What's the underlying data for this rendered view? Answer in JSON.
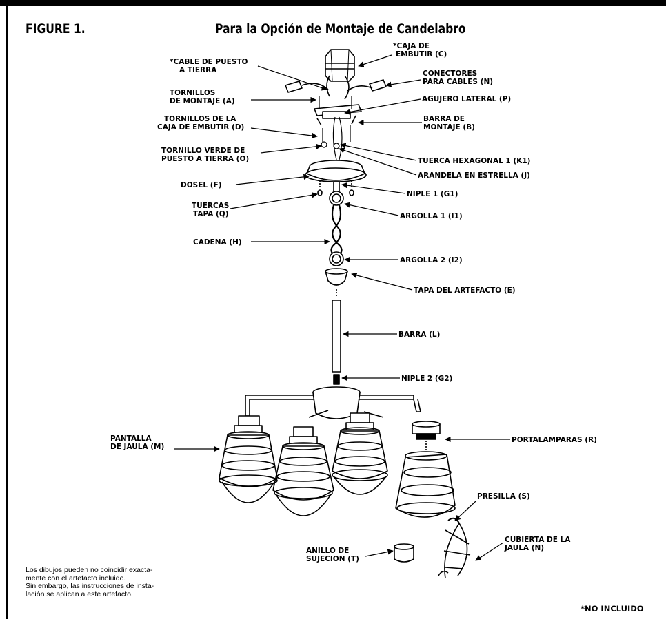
{
  "figure": {
    "label": "FIGURE 1.",
    "title": "Para la Opción de Montaje de Candelabro"
  },
  "labels": {
    "caja": [
      "*CAJA DE",
      "EMBUTIR (C)"
    ],
    "cable": [
      "*CABLE DE PUESTO",
      "A TIERRA"
    ],
    "conectores": [
      "CONECTORES",
      "PARA CABLES (N)"
    ],
    "tornillos_montaje": [
      "TORNILLOS",
      "DE MONTAJE (A)"
    ],
    "agujero": [
      "AGUJERO LATERAL (P)"
    ],
    "tornillos_caja": [
      "TORNILLOS DE LA",
      "CAJA DE EMBUTIR (D)"
    ],
    "barra_montaje": [
      "BARRA DE",
      "MONTAJE (B)"
    ],
    "tornillo_verde": [
      "TORNILLO VERDE DE",
      "PUESTO A TIERRA (O)"
    ],
    "tuerca": [
      "TUERCA HEXAGONAL 1 (K1)"
    ],
    "arandela": [
      "ARANDELA EN ESTRELLA (J)"
    ],
    "dosel": [
      "DOSEL (F)"
    ],
    "niple1": [
      "NIPLE 1 (G1)"
    ],
    "tuercas_tapa": [
      "TUERCAS",
      "TAPA (Q)"
    ],
    "argolla1": [
      "ARGOLLA 1 (I1)"
    ],
    "cadena": [
      "CADENA (H)"
    ],
    "argolla2": [
      "ARGOLLA 2 (I2)"
    ],
    "tapa": [
      "TAPA DEL ARTEFACTO (E)"
    ],
    "barra": [
      "BARRA (L)"
    ],
    "niple2": [
      "NIPLE 2 (G2)"
    ],
    "pantalla": [
      "PANTALLA",
      "DE JAULA (M)"
    ],
    "portalamparas": [
      "PORTALAMPARAS (R)"
    ],
    "presilla": [
      "PRESILLA (S)"
    ],
    "cubierta": [
      "CUBIERTA DE LA",
      "JAULA (N)"
    ],
    "anillo": [
      "ANILLO DE",
      "SUJECION (T)"
    ]
  },
  "note": {
    "lines": [
      "Los dibujos pueden no coincidir exacta-",
      "mente con el artefacto incluido.",
      "Sin embargo, las instrucciones de insta-",
      "lación se aplican a este artefacto."
    ]
  },
  "footer": {
    "not_included": "*NO INCLUIDO"
  }
}
